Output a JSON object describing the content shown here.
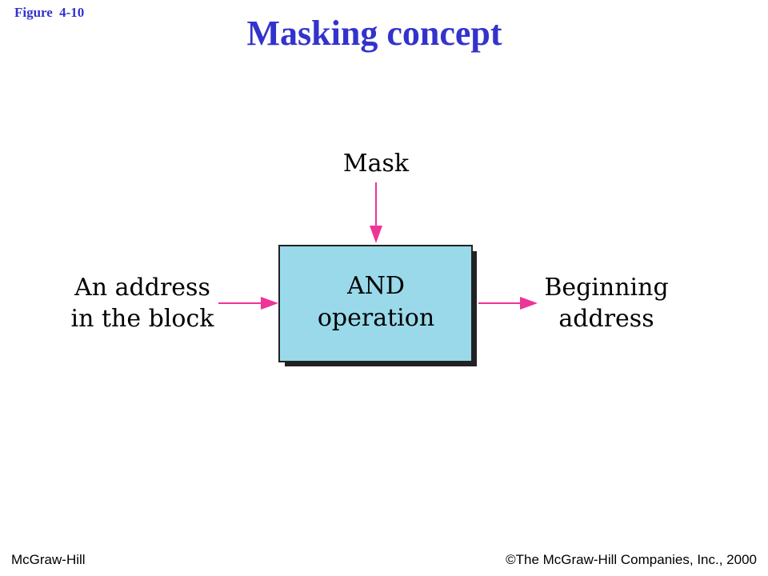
{
  "header": {
    "figure_label": "Figure  4-10",
    "title": "Masking concept"
  },
  "diagram": {
    "mask_label": "Mask",
    "input_label_line1": "An address",
    "input_label_line2": "in the block",
    "box_label_line1": "AND",
    "box_label_line2": "operation",
    "output_label_line1": "Beginning",
    "output_label_line2": "address",
    "colors": {
      "box_fill": "#99d9ea",
      "box_border": "#222222",
      "arrow": "#ee3399",
      "shadow": "#222222"
    }
  },
  "footer": {
    "left": "McGraw-Hill",
    "right": "©The McGraw-Hill Companies, Inc., 2000"
  }
}
